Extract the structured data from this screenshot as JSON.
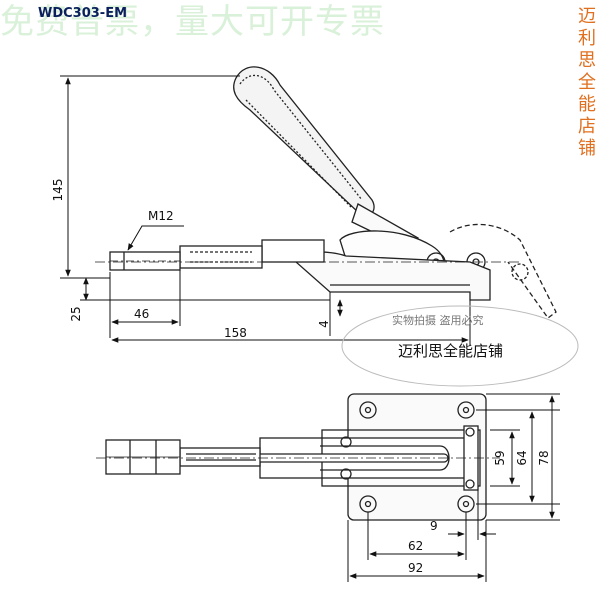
{
  "banner": {
    "text": "免费普票，量大可开专票",
    "model": "WDC303-EM"
  },
  "shop_vertical": "迈利思全能店铺",
  "watermark": {
    "small": "实物拍摄 盗用必究",
    "main": "迈利思全能店铺"
  },
  "dimensions": {
    "height_145": "145",
    "thread": "M12",
    "d25": "25",
    "d46": "46",
    "d4": "4",
    "d158": "158",
    "d59": "59",
    "d64": "64",
    "d78": "78",
    "d9": "9",
    "d62": "62",
    "d92": "92"
  }
}
